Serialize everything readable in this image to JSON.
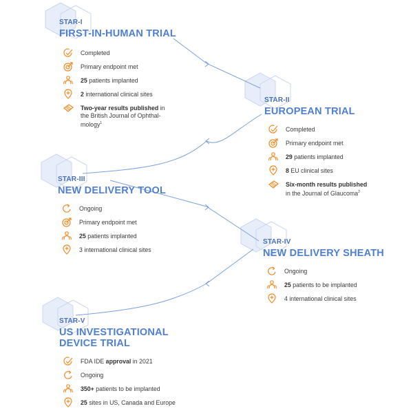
{
  "colors": {
    "accent": "#4f7fd1",
    "icon": "#f08a24",
    "hex_outline": "#c9d7ef",
    "hex_fill": "#e6edf8",
    "connector": "#7aa0e0"
  },
  "trials": [
    {
      "tag": "STAR-I",
      "title": "FIRST-IN-HUMAN TRIAL",
      "items": [
        {
          "icon": "check-circle-icon",
          "text": "Completed"
        },
        {
          "icon": "target-icon",
          "text": "Primary endpoint met"
        },
        {
          "icon": "people-icon",
          "bold": "25",
          "text": " patients implanted"
        },
        {
          "icon": "location-pin-icon",
          "bold": "2",
          "text": " international clinical sites"
        },
        {
          "icon": "publication-icon",
          "bold": "Two-year results published",
          "text": " in",
          "line2": "the British Journal of Ophthal-",
          "line3": "mology",
          "sup": "1"
        }
      ]
    },
    {
      "tag": "STAR-II",
      "title": "EUROPEAN TRIAL",
      "items": [
        {
          "icon": "check-circle-icon",
          "text": "Completed"
        },
        {
          "icon": "target-icon",
          "text": "Primary endpoint met"
        },
        {
          "icon": "people-icon",
          "bold": "29",
          "text": " patients implanted"
        },
        {
          "icon": "location-pin-icon",
          "bold": "8",
          "text": " EU clinical sites"
        },
        {
          "icon": "publication-icon",
          "bold": "Six-month results published",
          "text": "",
          "line2": "in the Journal of Glaucoma",
          "sup": "2"
        }
      ]
    },
    {
      "tag": "STAR-III",
      "title": "NEW DELIVERY TOOL",
      "items": [
        {
          "icon": "refresh-icon",
          "text": "Ongoing"
        },
        {
          "icon": "target-icon",
          "text": "Primary endpoint met"
        },
        {
          "icon": "people-icon",
          "bold": "25",
          "text": " patients implanted"
        },
        {
          "icon": "location-pin-icon",
          "bold": "3",
          "text": " international clinical sites"
        }
      ]
    },
    {
      "tag": "STAR-IV",
      "title": "NEW DELIVERY SHEATH",
      "items": [
        {
          "icon": "refresh-icon",
          "text": "Ongoing"
        },
        {
          "icon": "people-icon",
          "bold": "25",
          "text": " patients to be implanted"
        },
        {
          "icon": "location-pin-icon",
          "bold": "4",
          "text": " international clinical sites"
        }
      ]
    },
    {
      "tag": "STAR-V",
      "title": "US INVESTIGATIONAL",
      "title2": "DEVICE TRIAL",
      "items": [
        {
          "icon": "check-circle-icon",
          "pre": "FDA IDE ",
          "bold": "approval",
          "text": " in 2021"
        },
        {
          "icon": "refresh-icon",
          "text": "Ongoing"
        },
        {
          "icon": "people-icon",
          "bold": "350+",
          "text": " patients to be implanted"
        },
        {
          "icon": "location-pin-icon",
          "bold": "25",
          "text": " sites in US, Canada and Europe"
        }
      ]
    }
  ]
}
